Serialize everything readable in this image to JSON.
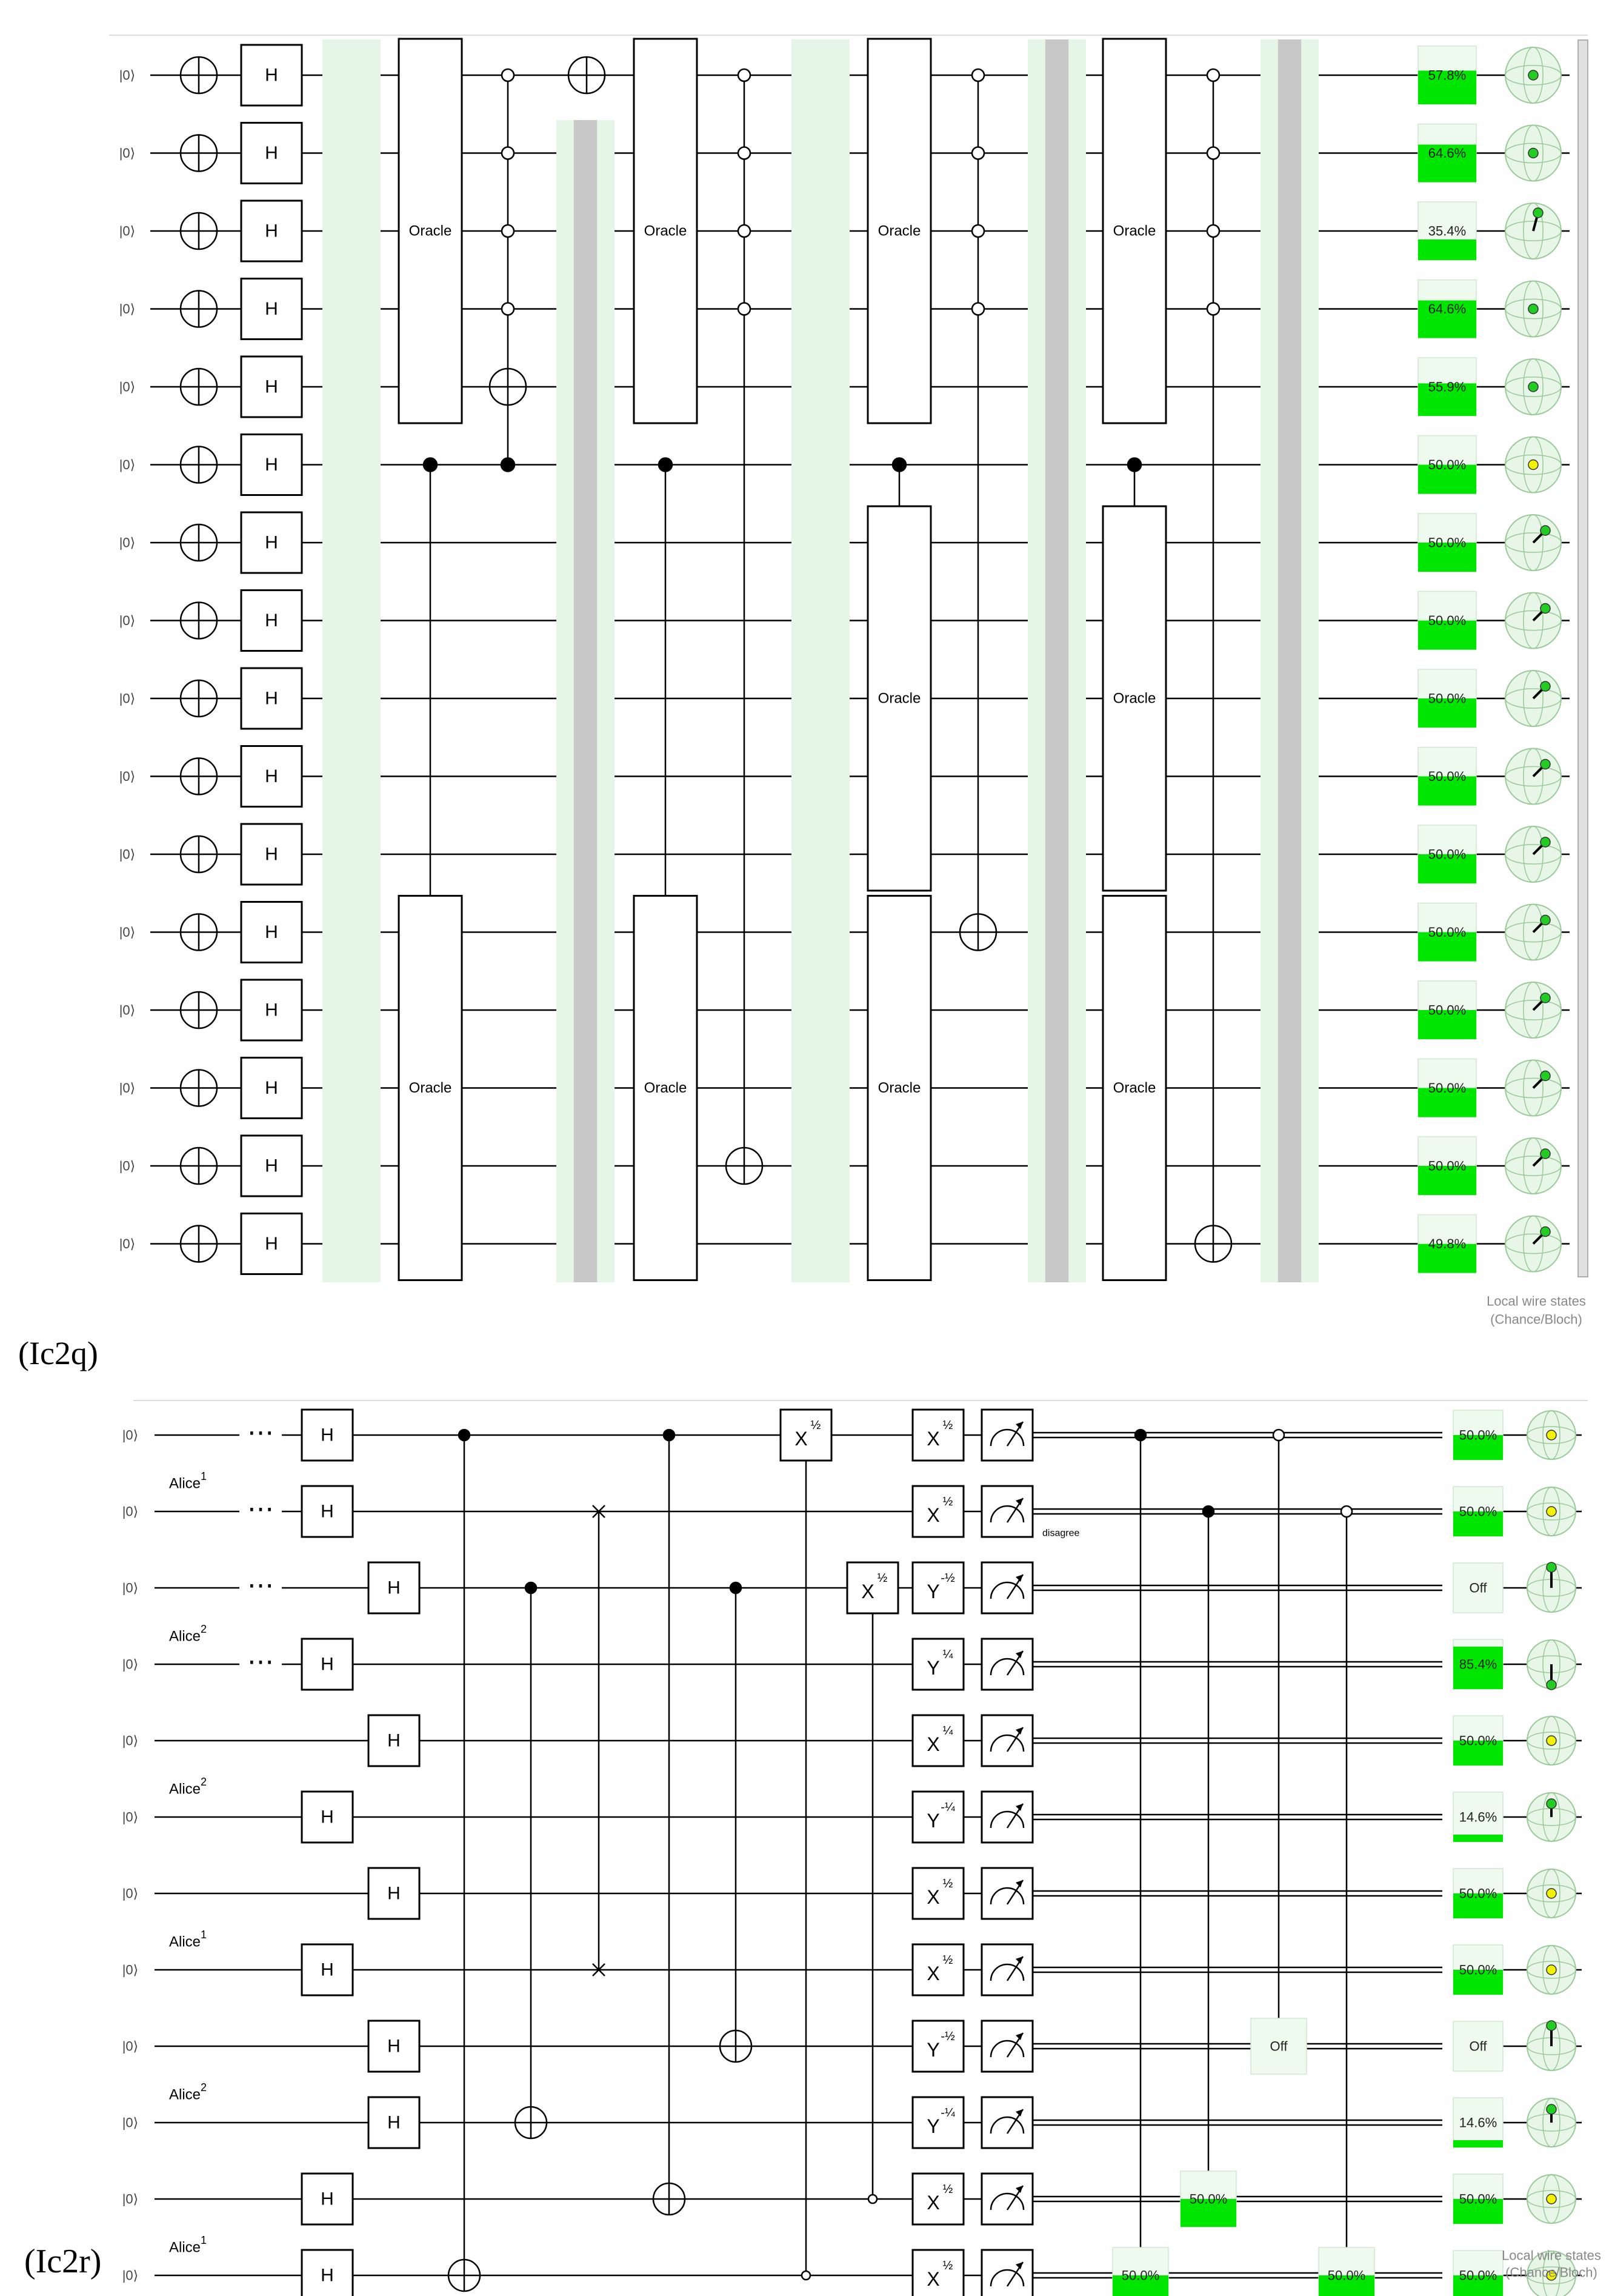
{
  "colors": {
    "wire": "#000000",
    "gate_stroke": "#000000",
    "gate_fill": "#ffffff",
    "barrier_green": "#e6f6e6",
    "barrier_gray": "#c8c8c8",
    "percent_green": "#00e600",
    "percent_bg": "#eefaee",
    "bloch_fill": "#e8f6e8",
    "bloch_stroke": "#9ac99a",
    "bloch_vector": "#000000",
    "bloch_dot_green": "#22cc22",
    "bloch_dot_yellow": "#f3f300"
  },
  "panel1": {
    "caption": "(Ic2q)",
    "wire_label": "|0⟩",
    "h_label": "H",
    "oracle_label": "Oracle",
    "footer_line1": "Local wire states",
    "footer_line2": "(Chance/Bloch)",
    "percentages": [
      {
        "label": "57.8%",
        "value": 57.8
      },
      {
        "label": "64.6%",
        "value": 64.6
      },
      {
        "label": "35.4%",
        "value": 35.4
      },
      {
        "label": "64.6%",
        "value": 64.6
      },
      {
        "label": "55.9%",
        "value": 55.9
      },
      {
        "label": "50.0%",
        "value": 50.0
      },
      {
        "label": "50.0%",
        "value": 50.0
      },
      {
        "label": "50.0%",
        "value": 50.0
      },
      {
        "label": "50.0%",
        "value": 50.0
      },
      {
        "label": "50.0%",
        "value": 50.0
      },
      {
        "label": "50.0%",
        "value": 50.0
      },
      {
        "label": "50.0%",
        "value": 50.0
      },
      {
        "label": "50.0%",
        "value": 50.0
      },
      {
        "label": "50.0%",
        "value": 50.0
      },
      {
        "label": "50.0%",
        "value": 50.0
      },
      {
        "label": "49.8%",
        "value": 49.8
      }
    ]
  },
  "panel2": {
    "caption": "(Ic2r)",
    "wire_label": "|0⟩",
    "h_label": "H",
    "dots": "⋯",
    "disagree": "disagree",
    "off_label": "Off",
    "alice_labels": [
      {
        "row": 1,
        "name": "Alice",
        "sup": "1"
      },
      {
        "row": 3,
        "name": "Alice",
        "sup": "2"
      },
      {
        "row": 5,
        "name": "Alice",
        "sup": "2"
      },
      {
        "row": 7,
        "name": "Alice",
        "sup": "1"
      },
      {
        "row": 9,
        "name": "Alice",
        "sup": "2"
      },
      {
        "row": 11,
        "name": "Alice",
        "sup": "1"
      }
    ],
    "rotations": [
      {
        "base": "X",
        "exp": "½"
      },
      {
        "base": "X",
        "exp": "½"
      },
      {
        "base": "Y",
        "exp": "-½"
      },
      {
        "base": "Y",
        "exp": "¼"
      },
      {
        "base": "X",
        "exp": "¼"
      },
      {
        "base": "Y",
        "exp": "-¼"
      },
      {
        "base": "X",
        "exp": "½"
      },
      {
        "base": "X",
        "exp": "½"
      },
      {
        "base": "Y",
        "exp": "-½"
      },
      {
        "base": "Y",
        "exp": "-¼"
      },
      {
        "base": "X",
        "exp": "½"
      },
      {
        "base": "X",
        "exp": "½"
      }
    ],
    "mid_gates": [
      {
        "base": "X",
        "exp": "½"
      },
      {
        "base": "X",
        "exp": "½"
      }
    ],
    "inline_displays": [
      {
        "label": "Off",
        "value": 0
      },
      {
        "label": "50.0%",
        "value": 50.0
      },
      {
        "label": "50.0%",
        "value": 50.0
      },
      {
        "label": "50.0%",
        "value": 50.0
      }
    ],
    "percentages": [
      {
        "label": "50.0%",
        "value": 50.0
      },
      {
        "label": "50.0%",
        "value": 50.0
      },
      {
        "label": "Off",
        "value": 0
      },
      {
        "label": "85.4%",
        "value": 85.4
      },
      {
        "label": "50.0%",
        "value": 50.0
      },
      {
        "label": "14.6%",
        "value": 14.6
      },
      {
        "label": "50.0%",
        "value": 50.0
      },
      {
        "label": "50.0%",
        "value": 50.0
      },
      {
        "label": "Off",
        "value": 0
      },
      {
        "label": "14.6%",
        "value": 14.6
      },
      {
        "label": "50.0%",
        "value": 50.0
      },
      {
        "label": "50.0%",
        "value": 50.0
      }
    ],
    "footer_line1": "Local wire states",
    "footer_line2": "(Chance/Bloch)"
  }
}
